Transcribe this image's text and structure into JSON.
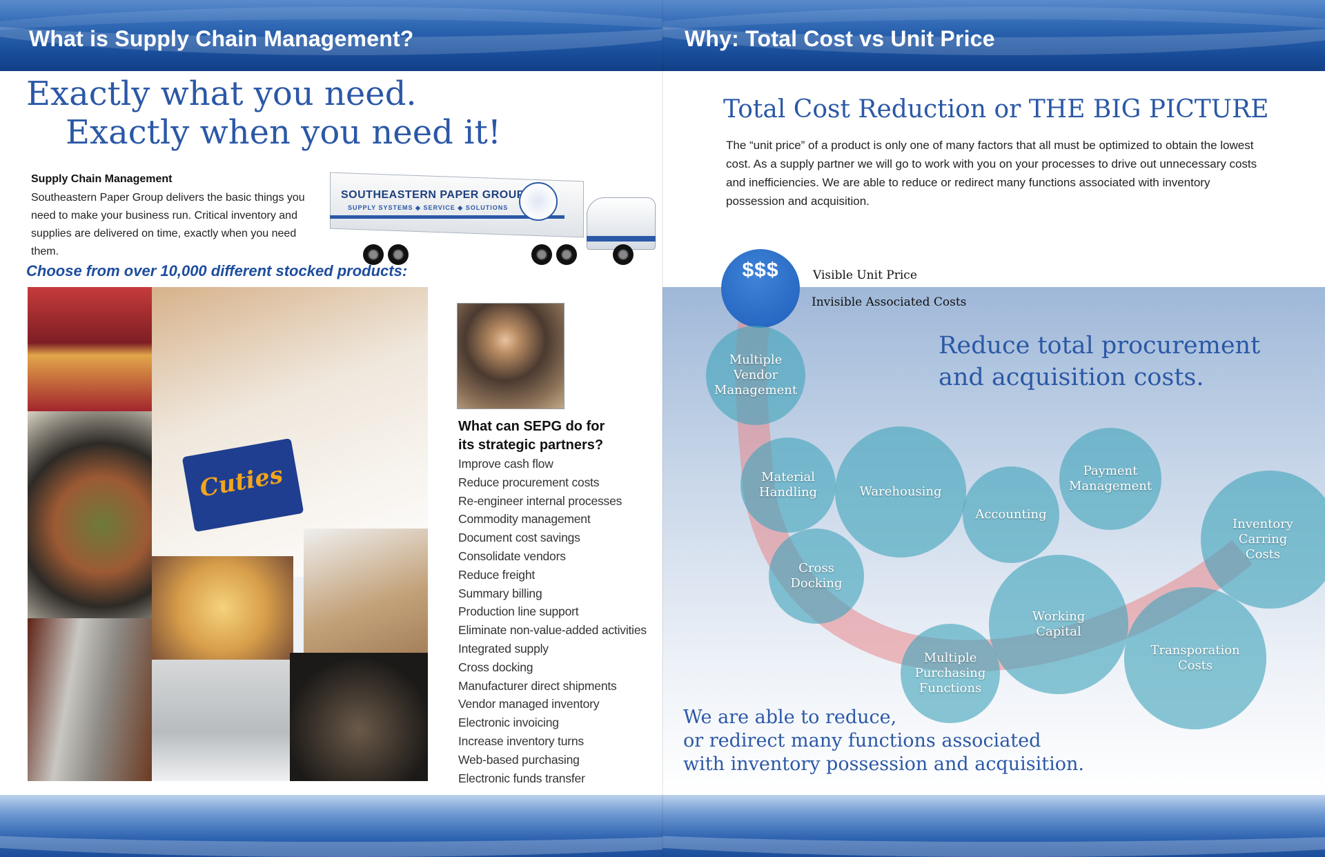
{
  "left_page": {
    "band_title": "What is Supply Chain Management?",
    "headline_line1": "Exactly what you need.",
    "headline_line2": "Exactly when you need it!",
    "scm_title": "Supply Chain Management",
    "scm_body": "Southeastern Paper Group delivers the basic things you need to make your business run. Critical inventory and supplies are delivered on time, exactly when you need them.",
    "truck": {
      "name": "SOUTHEASTERN PAPER GROUP",
      "tagline": "SUPPLY SYSTEMS ◆ SERVICE ◆ SOLUTIONS"
    },
    "choose_text": "Choose from over 10,000 different stocked products:",
    "cuties_label": "Cuties",
    "sepg_title_line1": "What can SEPG do for",
    "sepg_title_line2": "its strategic partners?",
    "sepg_items": [
      "Improve cash flow",
      "Reduce procurement costs",
      "Re-engineer internal processes",
      "Commodity management",
      "Document cost savings",
      "Consolidate vendors",
      "Reduce freight",
      "Summary billing",
      "Production line support",
      "Eliminate non-value-added activities",
      "Integrated supply",
      "Cross docking",
      "Manufacturer direct shipments",
      "Vendor managed inventory",
      "Electronic invoicing",
      "Increase inventory turns",
      "Web-based purchasing",
      "Electronic funds transfer"
    ]
  },
  "right_page": {
    "band_title": "Why: Total Cost vs Unit Price",
    "tcr_title": "Total Cost Reduction or THE BIG PICTURE",
    "tcr_body": "The “unit price” of a product is only one of many factors that all must be optimized to obtain the lowest cost.  As a supply partner we will go to work with you on your processes to drive out unnecessary costs and inefficiencies. We are able to reduce or redirect many functions associated with inventory possession and acquisition.",
    "tip_symbol": "$$$",
    "visible_label": "Visible Unit Price",
    "invisible_label": "Invisible Associated Costs",
    "reduce_line1": "Reduce total procurement",
    "reduce_line2": "and acquisition costs.",
    "bubbles": [
      [
        "Multiple",
        "Vendor",
        "Management"
      ],
      [
        "Material",
        "Handling"
      ],
      [
        "Warehousing"
      ],
      [
        "Accounting"
      ],
      [
        "Payment",
        "Management"
      ],
      [
        "Inventory",
        "Carring",
        "Costs"
      ],
      [
        "Cross",
        "Docking"
      ],
      [
        "Working",
        "Capital"
      ],
      [
        "Multiple",
        "Purchasing",
        "Functions"
      ],
      [
        "Transporation",
        "Costs"
      ]
    ],
    "closing_line1": "We are able to reduce,",
    "closing_line2": "or redirect many functions associated",
    "closing_line3": "with inventory possession and acquisition."
  },
  "colors": {
    "brand_blue": "#2b58a6",
    "band_blue": "#184d9a",
    "bubble_teal": "#42a5bc",
    "arrow_red": "#e8868b",
    "price_blue": "#1f5fbb"
  }
}
